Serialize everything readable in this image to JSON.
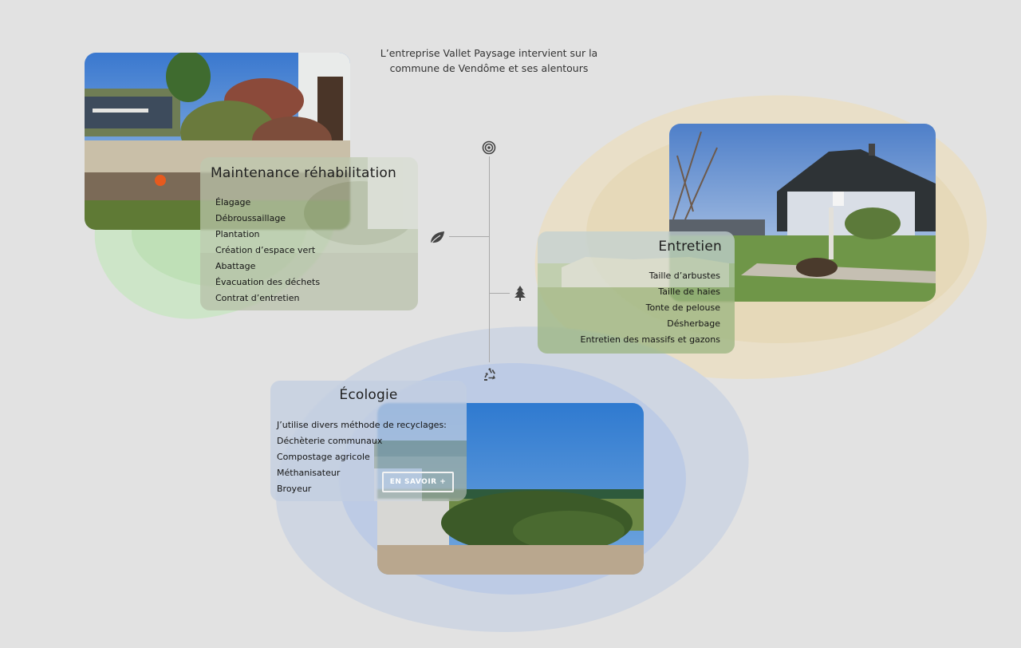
{
  "intro": {
    "line1": "L’entreprise Vallet Paysage intervient sur la",
    "line2": "commune de Vendôme et ses alentours"
  },
  "maintenance": {
    "title": "Maintenance réhabilitation",
    "items": [
      "Élagage",
      "Débroussaillage",
      "Plantation",
      "Création d’espace vert",
      "Abattage",
      "Évacuation des déchets",
      "Contrat d’entretien"
    ],
    "icon": "leaf-icon",
    "blob_color": "#c8e2c0"
  },
  "entretien": {
    "title": "Entretien",
    "items": [
      "Taille d’arbustes",
      "Taille de haies",
      "Tonte de pelouse",
      "Désherbage",
      "Entretien des massifs et gazons"
    ],
    "icon": "pine-tree-icon",
    "blob_color": "#ecdfc0"
  },
  "ecologie": {
    "title": "Écologie",
    "items": [
      "J’utilise divers méthode de recyclages:",
      "Déchèterie communaux",
      "Compostage agricole",
      "Méthanisateur",
      "Broyeur"
    ],
    "button": "EN SAVOIR +",
    "icon": "recycle-icon",
    "blob_color": "#c3cfe3"
  },
  "timeline": {
    "top_icon": "target-icon"
  }
}
